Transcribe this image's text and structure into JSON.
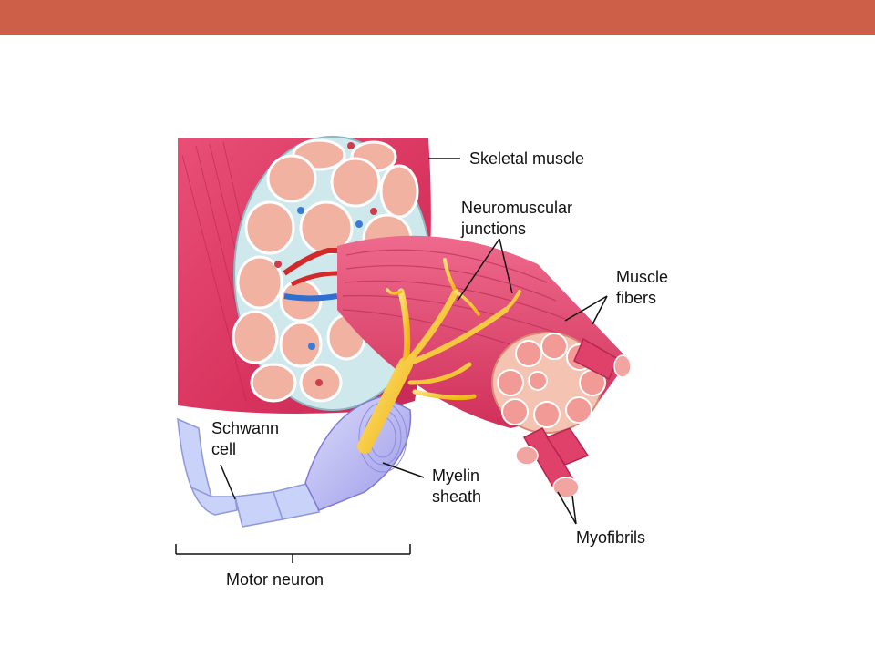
{
  "slide": {
    "accent_color": "#cd5f48",
    "background": "#ffffff"
  },
  "labels": {
    "skeletal_muscle": "Skeletal muscle",
    "neuromuscular_1": "Neuromuscular",
    "neuromuscular_2": "junctions",
    "muscle_fibers_1": "Muscle",
    "muscle_fibers_2": "fibers",
    "schwann_1": "Schwann",
    "schwann_2": "cell",
    "myelin_1": "Myelin",
    "myelin_2": "sheath",
    "myofibrils": "Myofibrils",
    "motor_neuron": "Motor neuron"
  },
  "colors": {
    "muscle": "#e0416a",
    "muscle_dark": "#c42a55",
    "fascicle": "#f2b2a2",
    "fiber_dot": "#e8948a",
    "perimysium": "#cfe8ec",
    "nerve": "#f6c21f",
    "myelin": "#b7b6f0",
    "schwann": "#c9d2f8"
  }
}
